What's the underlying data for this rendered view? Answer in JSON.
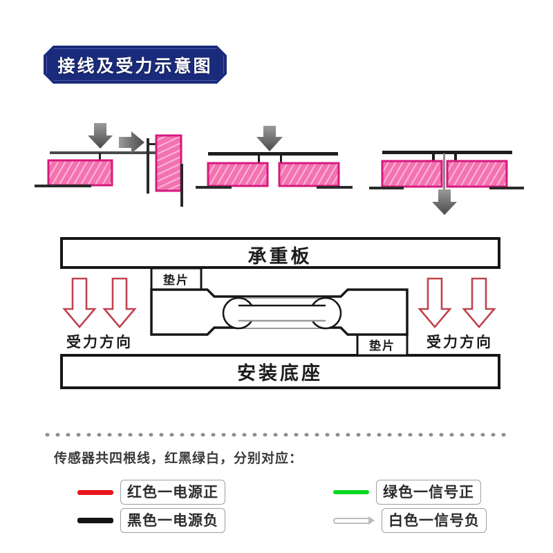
{
  "title": {
    "text": "接线及受力示意图",
    "banner_color": "#1b2b7c",
    "border_color": "#4a5aa8",
    "text_color": "#ffffff"
  },
  "force_diagrams": {
    "block_fill": "#f15ba8",
    "block_stroke": "#d6197d",
    "arrow_color": "#595959",
    "panels": [
      {
        "name": "single-block-compression",
        "arrow": "down"
      },
      {
        "name": "rotated-block",
        "arrow": "right"
      },
      {
        "name": "dual-block-bridge",
        "arrow": "down"
      },
      {
        "name": "dual-block-split",
        "arrow": "down"
      }
    ]
  },
  "assembly": {
    "top_plate_label": "承重板",
    "bottom_plate_label": "安装底座",
    "shim_label_top": "垫片",
    "shim_label_bottom": "垫片",
    "force_label_left": "受力方向",
    "force_label_right": "受力方向",
    "force_arrow_color": "#c0424c",
    "outline_color": "#161616"
  },
  "wiring": {
    "note": "传感器共四根线，红黑绿白，分别对应：",
    "divider": "dotted",
    "legend": [
      {
        "id": "red",
        "label": "红色一电源正",
        "color": "#e8161b"
      },
      {
        "id": "black",
        "label": "黑色一电源负",
        "color": "#141414"
      },
      {
        "id": "green",
        "label": "绿色一信号正",
        "color": "#0ad81f"
      },
      {
        "id": "white",
        "label": "白色一信号负",
        "color": "#ffffff"
      }
    ]
  }
}
